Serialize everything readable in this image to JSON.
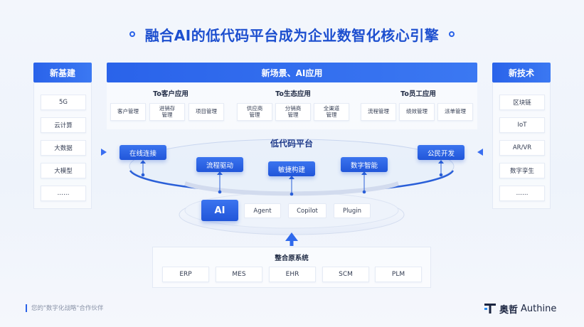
{
  "title": "融合AI的低代码平台成为企业数智化核心引擎",
  "left_column": {
    "header": "新基建",
    "items": [
      "5G",
      "云计算",
      "大数据",
      "大模型",
      "……"
    ]
  },
  "right_column": {
    "header": "新技术",
    "items": [
      "区块链",
      "IoT",
      "AR/VR",
      "数字孪生",
      "……"
    ]
  },
  "top_section": {
    "header": "新场景、AI应用",
    "groups": [
      {
        "title": "To客户应用",
        "items": [
          "客户管理",
          "进销存\n管理",
          "项目管理"
        ]
      },
      {
        "title": "To生态应用",
        "items": [
          "供应商\n管理",
          "分销商\n管理",
          "全渠道\n管理"
        ]
      },
      {
        "title": "To员工应用",
        "items": [
          "流程管理",
          "绩效管理",
          "派单管理"
        ]
      }
    ]
  },
  "platform": {
    "title": "低代码平台",
    "capabilities": [
      "在线连接",
      "流程驱动",
      "敏捷构建",
      "数字智能",
      "公民开发"
    ]
  },
  "ai_layer": {
    "core": "AI",
    "tools": [
      "Agent",
      "Copilot",
      "Plugin"
    ]
  },
  "integration": {
    "title": "整合原系统",
    "systems": [
      "ERP",
      "MES",
      "EHR",
      "SCM",
      "PLM"
    ]
  },
  "footer": {
    "slogan": "您的\"数字化战略\"合作伙伴",
    "brand_cn": "奥哲",
    "brand_en": "Authine"
  },
  "colors": {
    "accent": "#2a62e8",
    "header_blue": "#2f69ec",
    "title_blue": "#1d4fcf"
  }
}
